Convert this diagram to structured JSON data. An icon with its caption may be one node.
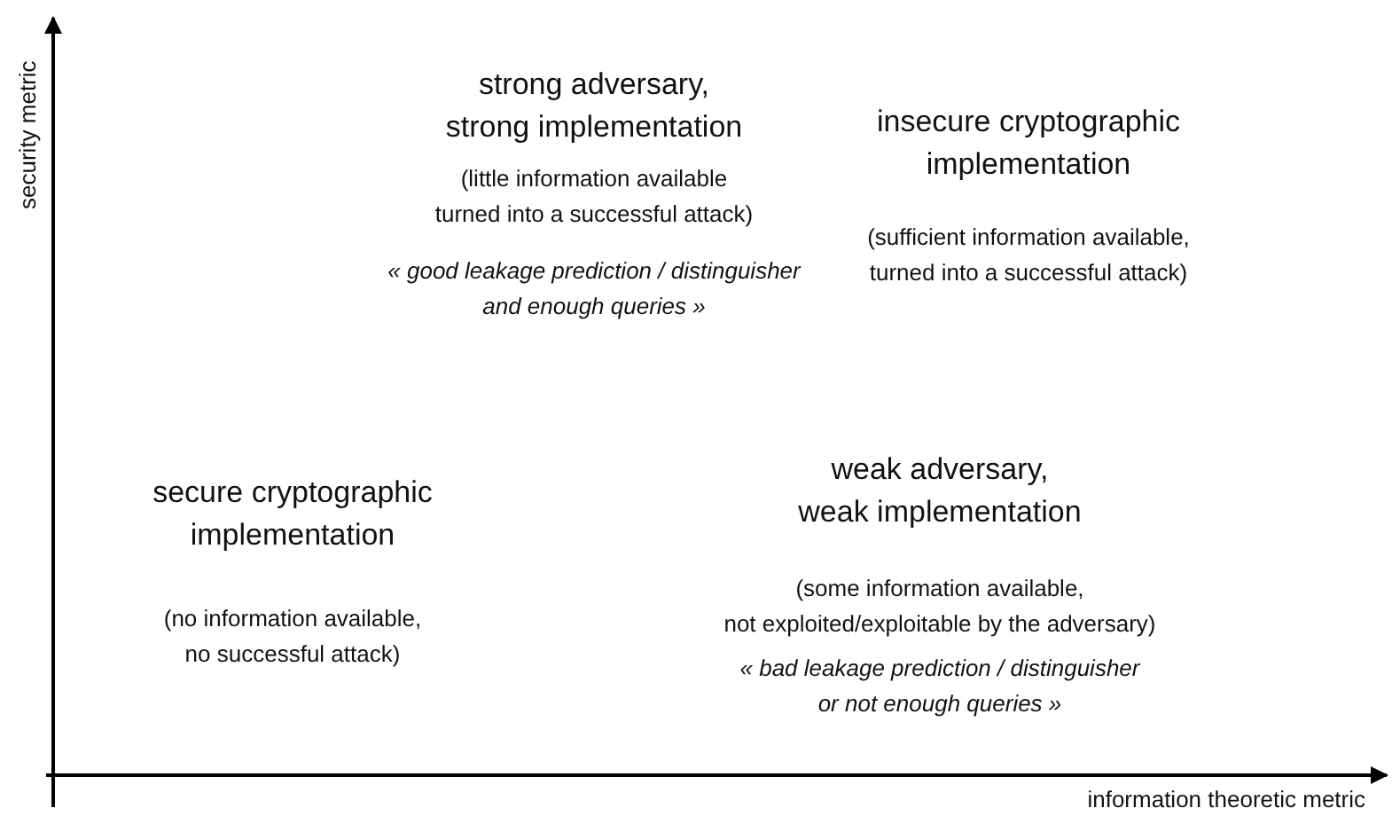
{
  "diagram": {
    "labels": [
      "security metric",
      "strong adversary, strong implementation",
      "(little information available turned into a successful attack)",
      "« good leakage prediction / distinguisher and enough queries »",
      "insecure cryptographic implementation",
      "(sufficient information available, turned into a successful attack)",
      "secure cryptographic implementation",
      "weak adversary, weak implementation",
      "(no information available, no successful attack)",
      "(some information available, not exploited/exploitable by the adversary)",
      "« bad leakage prediction / distinguisher or not enough queries »",
      "information theoretic metric"
    ]
  }
}
